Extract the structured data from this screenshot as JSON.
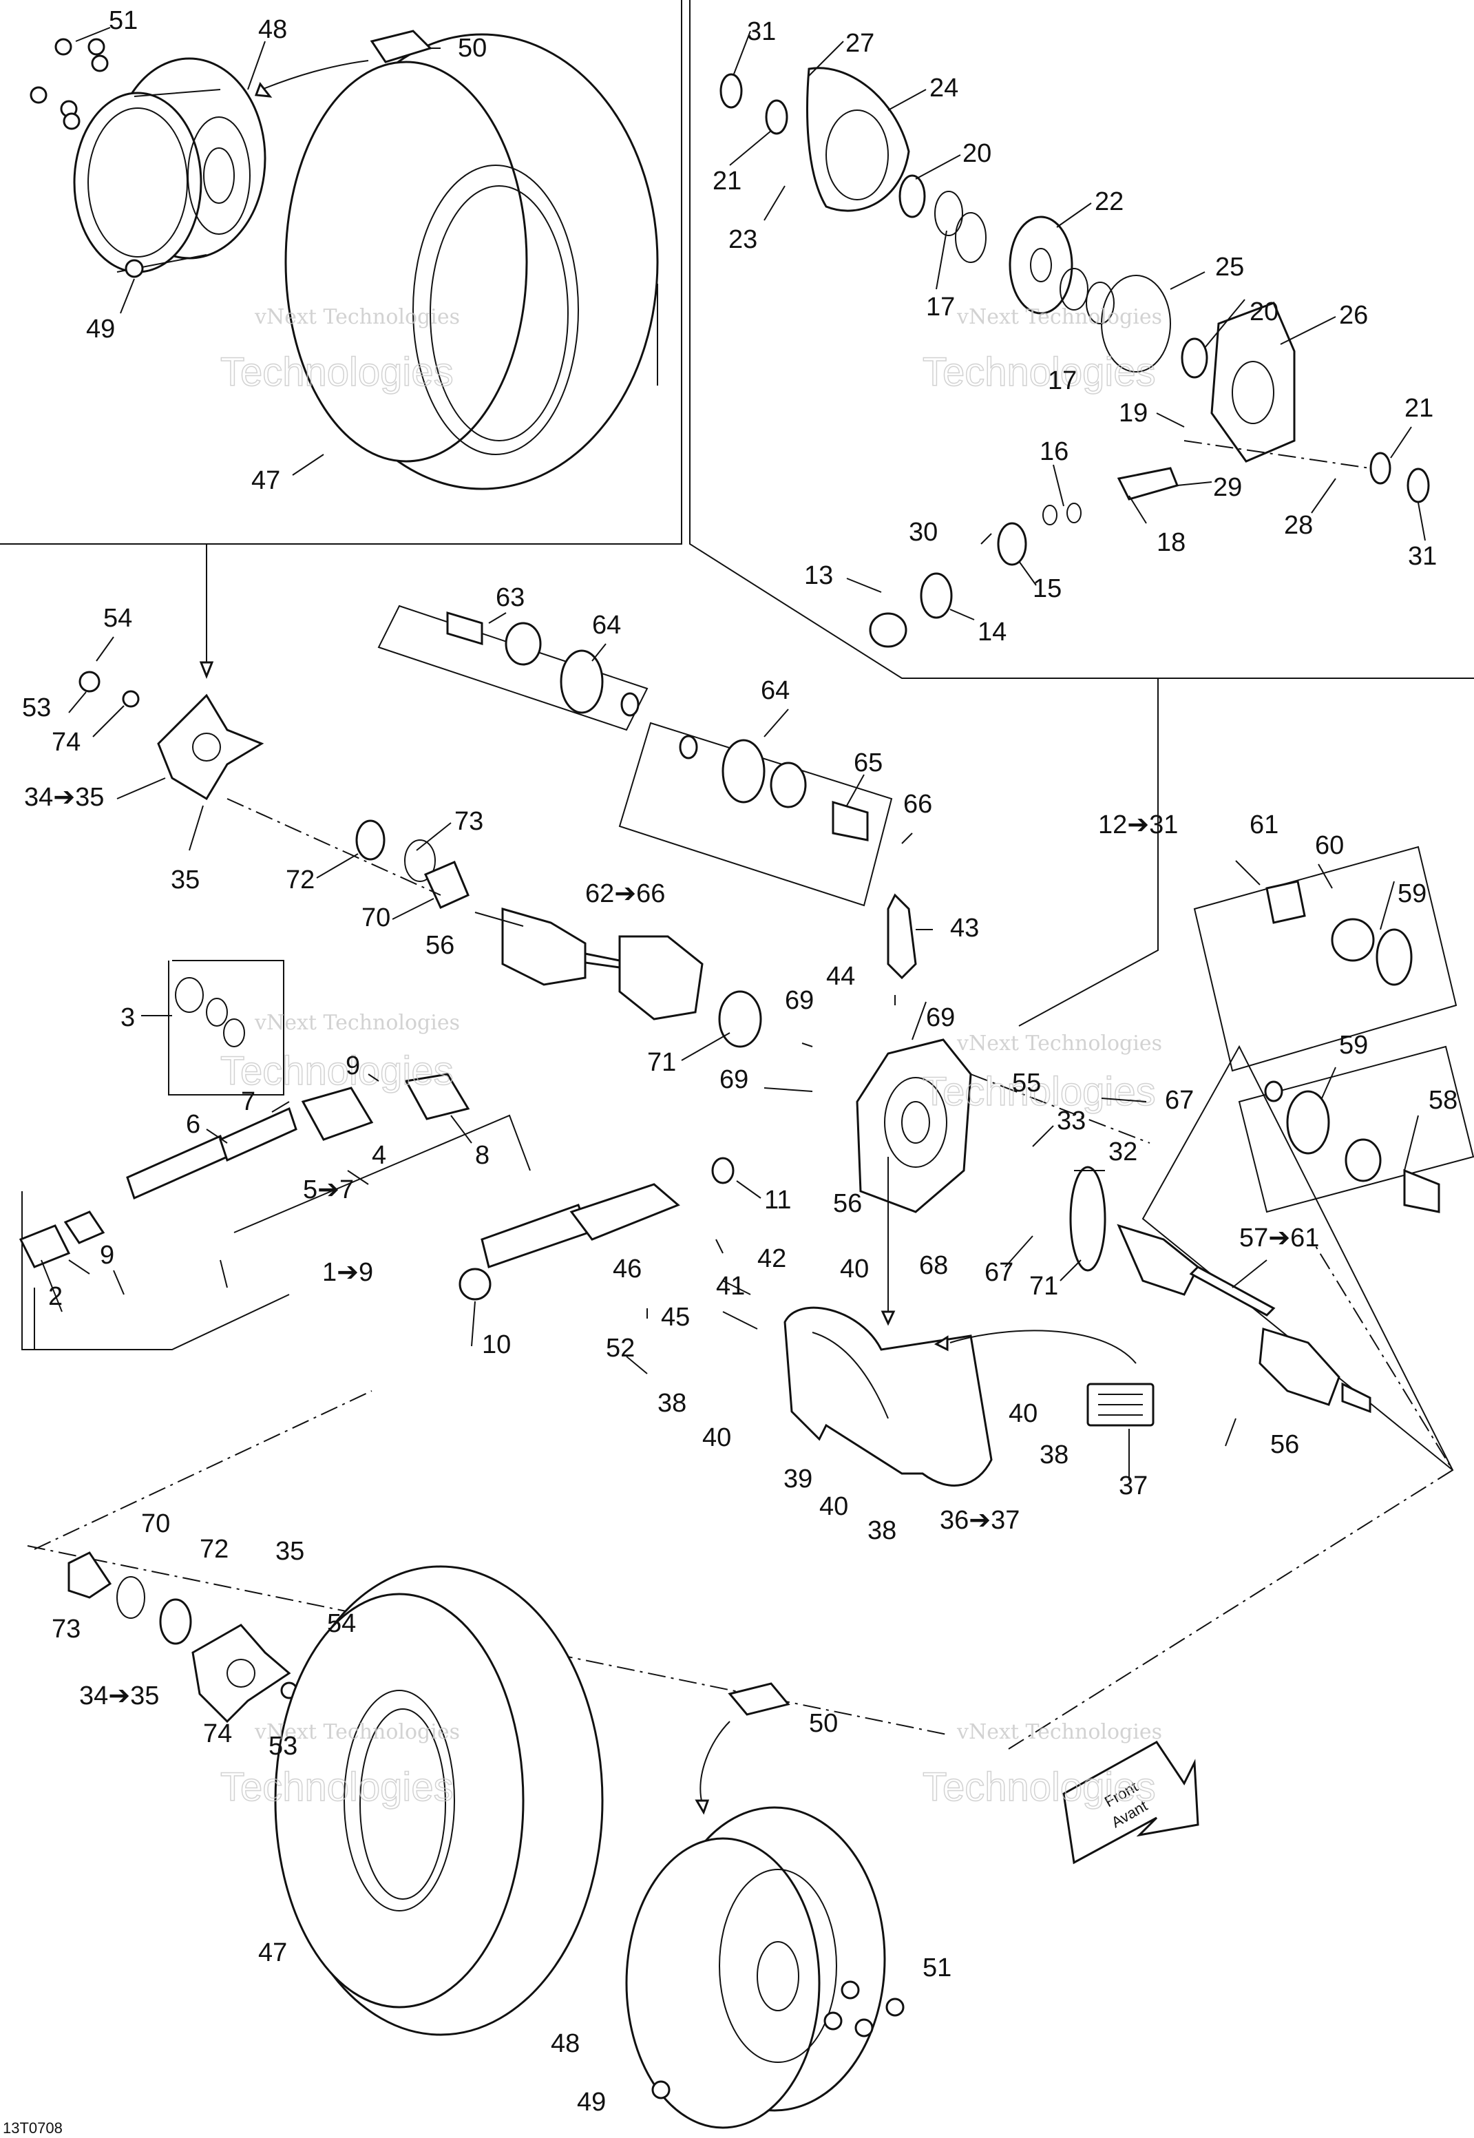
{
  "diagram": {
    "reference_code": "13T0708",
    "watermark_line1": "vNext Technologies",
    "watermark_line2": "Technologies",
    "front_label_line1": "Front",
    "front_label_line2": "Avant",
    "callouts": [
      {
        "id": "c51a",
        "text": "51"
      },
      {
        "id": "c48a",
        "text": "48"
      },
      {
        "id": "c50a",
        "text": "50"
      },
      {
        "id": "c49a",
        "text": "49"
      },
      {
        "id": "c47a",
        "text": "47"
      },
      {
        "id": "c31a",
        "text": "31"
      },
      {
        "id": "c27",
        "text": "27"
      },
      {
        "id": "c24",
        "text": "24"
      },
      {
        "id": "c21a",
        "text": "21"
      },
      {
        "id": "c20a",
        "text": "20"
      },
      {
        "id": "c22",
        "text": "22"
      },
      {
        "id": "c23",
        "text": "23"
      },
      {
        "id": "c17a",
        "text": "17"
      },
      {
        "id": "c17b",
        "text": "17"
      },
      {
        "id": "c25",
        "text": "25"
      },
      {
        "id": "c20b",
        "text": "20"
      },
      {
        "id": "c26",
        "text": "26"
      },
      {
        "id": "c19",
        "text": "19"
      },
      {
        "id": "c21b",
        "text": "21"
      },
      {
        "id": "c16",
        "text": "16"
      },
      {
        "id": "c29",
        "text": "29"
      },
      {
        "id": "c18",
        "text": "18"
      },
      {
        "id": "c28",
        "text": "28"
      },
      {
        "id": "c30",
        "text": "30"
      },
      {
        "id": "c31b",
        "text": "31"
      },
      {
        "id": "c15",
        "text": "15"
      },
      {
        "id": "c13",
        "text": "13"
      },
      {
        "id": "c14",
        "text": "14"
      },
      {
        "id": "c54a",
        "text": "54"
      },
      {
        "id": "c53a",
        "text": "53"
      },
      {
        "id": "c74a",
        "text": "74"
      },
      {
        "id": "c3435a",
        "text": "34➔35"
      },
      {
        "id": "c35a",
        "text": "35"
      },
      {
        "id": "c63",
        "text": "63"
      },
      {
        "id": "c64a",
        "text": "64"
      },
      {
        "id": "c64b",
        "text": "64"
      },
      {
        "id": "c65",
        "text": "65"
      },
      {
        "id": "c66",
        "text": "66"
      },
      {
        "id": "c1231",
        "text": "12➔31"
      },
      {
        "id": "c73a",
        "text": "73"
      },
      {
        "id": "c72a",
        "text": "72"
      },
      {
        "id": "c70a",
        "text": "70"
      },
      {
        "id": "c6266",
        "text": "62➔66"
      },
      {
        "id": "c56a",
        "text": "56"
      },
      {
        "id": "c43",
        "text": "43"
      },
      {
        "id": "c61",
        "text": "61"
      },
      {
        "id": "c60",
        "text": "60"
      },
      {
        "id": "c59a",
        "text": "59"
      },
      {
        "id": "c3",
        "text": "3"
      },
      {
        "id": "c44",
        "text": "44"
      },
      {
        "id": "c69a",
        "text": "69"
      },
      {
        "id": "c69b",
        "text": "69"
      },
      {
        "id": "c71a",
        "text": "71"
      },
      {
        "id": "c9a",
        "text": "9"
      },
      {
        "id": "c7",
        "text": "7"
      },
      {
        "id": "c8",
        "text": "8"
      },
      {
        "id": "c6",
        "text": "6"
      },
      {
        "id": "c4",
        "text": "4"
      },
      {
        "id": "c57",
        "text": "5➔7"
      },
      {
        "id": "c69c",
        "text": "69"
      },
      {
        "id": "c55",
        "text": "55"
      },
      {
        "id": "c67a",
        "text": "67"
      },
      {
        "id": "c59b",
        "text": "59"
      },
      {
        "id": "c33",
        "text": "33"
      },
      {
        "id": "c32",
        "text": "32"
      },
      {
        "id": "c58",
        "text": "58"
      },
      {
        "id": "c11",
        "text": "11"
      },
      {
        "id": "c56b",
        "text": "56"
      },
      {
        "id": "c9b",
        "text": "9"
      },
      {
        "id": "c2",
        "text": "2"
      },
      {
        "id": "c19r",
        "text": "1➔9"
      },
      {
        "id": "c42",
        "text": "42"
      },
      {
        "id": "c41",
        "text": "41"
      },
      {
        "id": "c46",
        "text": "46"
      },
      {
        "id": "c68",
        "text": "68"
      },
      {
        "id": "c67b",
        "text": "67"
      },
      {
        "id": "c71b",
        "text": "71"
      },
      {
        "id": "c5761",
        "text": "57➔61"
      },
      {
        "id": "c10",
        "text": "10"
      },
      {
        "id": "c52",
        "text": "52"
      },
      {
        "id": "c45",
        "text": "45"
      },
      {
        "id": "c40a",
        "text": "40"
      },
      {
        "id": "c38a",
        "text": "38"
      },
      {
        "id": "c40b",
        "text": "40"
      },
      {
        "id": "c40c",
        "text": "40"
      },
      {
        "id": "c38b",
        "text": "38"
      },
      {
        "id": "c37",
        "text": "37"
      },
      {
        "id": "c39",
        "text": "39"
      },
      {
        "id": "c40d",
        "text": "40"
      },
      {
        "id": "c38c",
        "text": "38"
      },
      {
        "id": "c3637",
        "text": "36➔37"
      },
      {
        "id": "c56c",
        "text": "56"
      },
      {
        "id": "c70b",
        "text": "70"
      },
      {
        "id": "c72b",
        "text": "72"
      },
      {
        "id": "c35b",
        "text": "35"
      },
      {
        "id": "c73b",
        "text": "73"
      },
      {
        "id": "c54b",
        "text": "54"
      },
      {
        "id": "c3435b",
        "text": "34➔35"
      },
      {
        "id": "c74b",
        "text": "74"
      },
      {
        "id": "c53b",
        "text": "53"
      },
      {
        "id": "c50b",
        "text": "50"
      },
      {
        "id": "c47b",
        "text": "47"
      },
      {
        "id": "c51b",
        "text": "51"
      },
      {
        "id": "c48b",
        "text": "48"
      },
      {
        "id": "c49b",
        "text": "49"
      }
    ]
  }
}
